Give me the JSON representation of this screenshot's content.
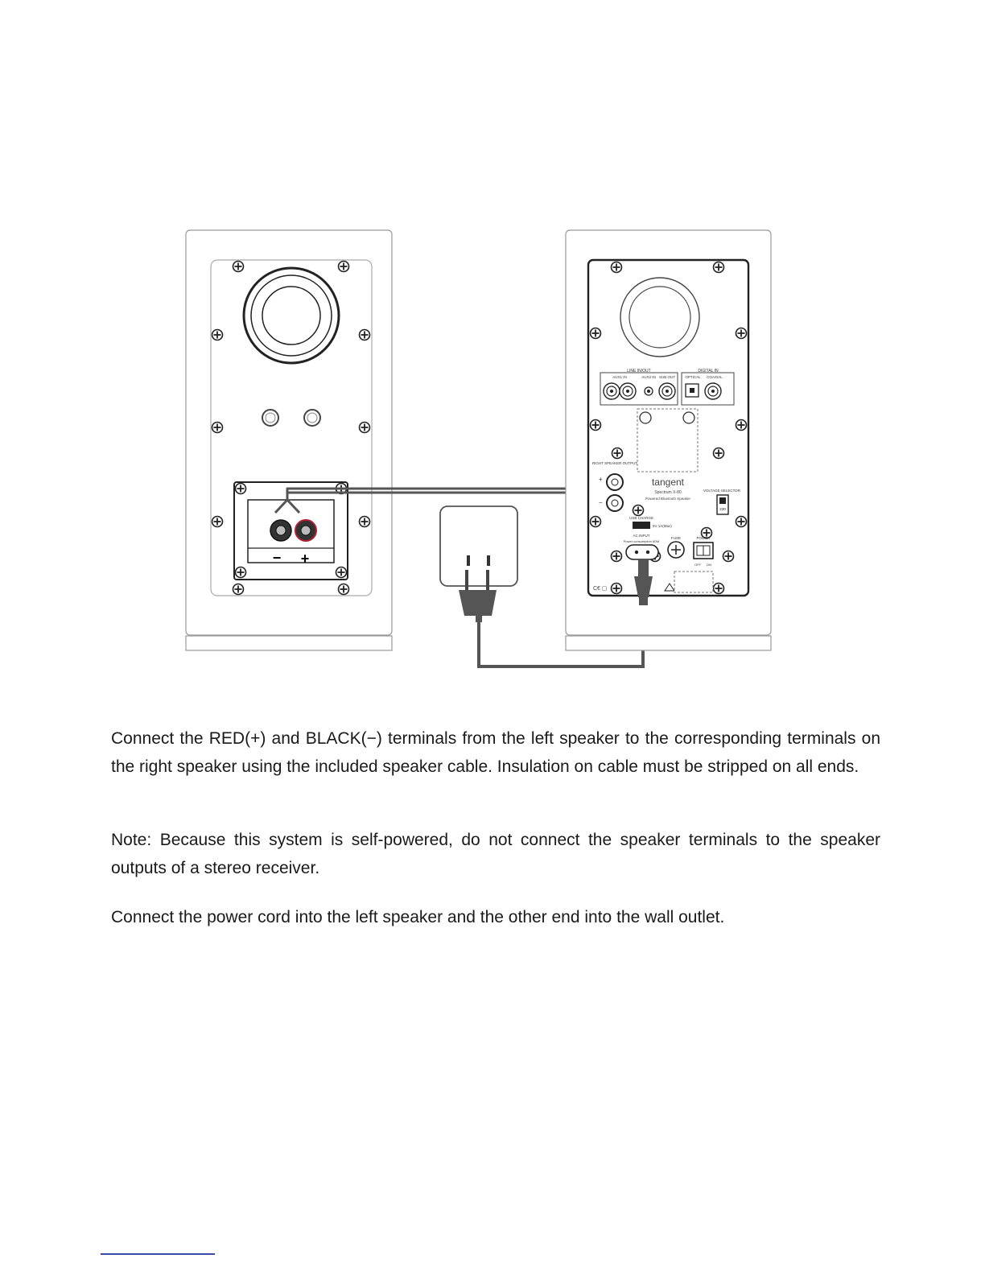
{
  "diagram": {
    "back_panel": {
      "line_in_out": "LINE IN/OUT",
      "aux2_in": "AUX2 IN",
      "aux1_in": "AUX1 IN",
      "sub_out": "SUB OUT",
      "digital_in": "DIGITAL IN",
      "optical": "OPTICAL",
      "coaxial": "COAXIAL",
      "right_speaker_output": "RIGHT SPEAKER OUTPUT",
      "brand": "tangent",
      "model": "Spectrum X-80",
      "subtitle": "Powered Bluetooth Speaker",
      "voltage_selector": "VOLTAGE SELECTOR",
      "voltage_value": "230",
      "usb_charge": "USB CHARGE",
      "usb_rating": "5V 1A(Max)",
      "ac_input": "AC INPUT",
      "power_consumption": "Power consumption 80W",
      "fuse": "FUSE",
      "power": "POWER",
      "off": "OFF",
      "on": "ON",
      "plus": "+",
      "minus": "−"
    },
    "left_terminals": {
      "minus": "−",
      "plus": "+"
    }
  },
  "text": {
    "p1": "Connect the RED(+) and BLACK(−) terminals from the left speaker to the corresponding terminals on the right speaker using the included speaker cable.  Insulation on cable must be stripped on all ends.",
    "p2": "Note: Because this system is self-powered, do not connect the speaker terminals to the speaker outputs of a stereo receiver.",
    "p3": "Connect the power cord into the left speaker and the other end into the wall outlet."
  }
}
